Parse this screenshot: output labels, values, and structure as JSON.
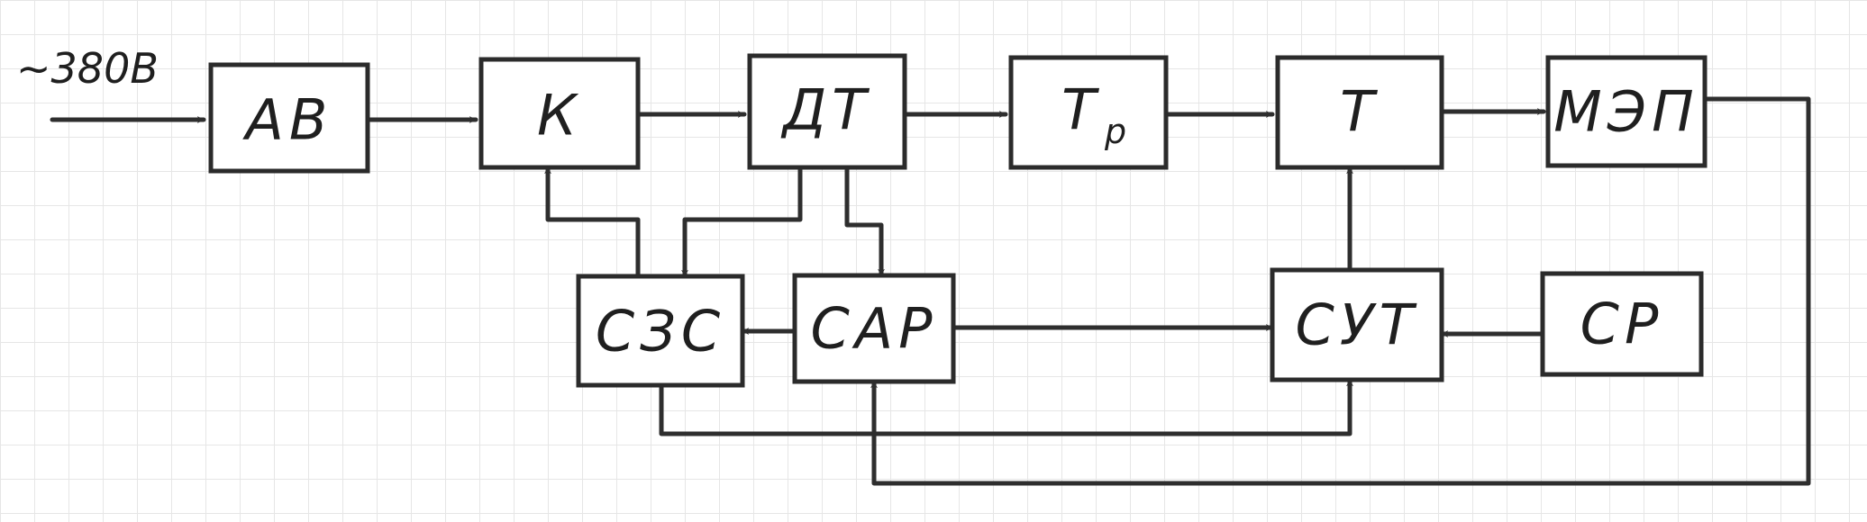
{
  "diagram": {
    "input_label": "~380В",
    "blocks": {
      "av": "АВ",
      "k": "К",
      "dt": "ДТ",
      "tr": "Т",
      "tr_sub": "р",
      "t": "Т",
      "mep": "МЭП",
      "szs": "СЗС",
      "sar": "САР",
      "sut": "СУТ",
      "sr": "СР"
    }
  }
}
